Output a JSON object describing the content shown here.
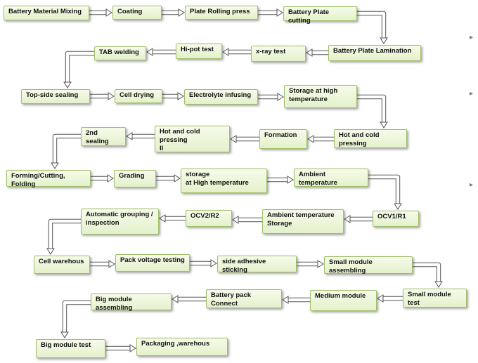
{
  "steps": [
    {
      "id": "s1",
      "label": "Battery Material Mixing"
    },
    {
      "id": "s2",
      "label": "Coating"
    },
    {
      "id": "s3",
      "label": "Plate Rolling press"
    },
    {
      "id": "s4",
      "label": "Battery Plate cutting"
    },
    {
      "id": "s5",
      "label": "Battery Plate Lamination"
    },
    {
      "id": "s6",
      "label": "x-ray test"
    },
    {
      "id": "s7",
      "label": "Hi-pot  test"
    },
    {
      "id": "s8",
      "label": "TAB welding"
    },
    {
      "id": "s9",
      "label": "Top-side sealing"
    },
    {
      "id": "s10",
      "label": "Cell drying"
    },
    {
      "id": "s11",
      "label": "Electrolyte  infusing"
    },
    {
      "id": "s12",
      "label": "Storage at high\ntemperature"
    },
    {
      "id": "s13",
      "label": "Hot and cold pressing"
    },
    {
      "id": "s14",
      "label": "Formation"
    },
    {
      "id": "s15",
      "label": "Hot and cold pressing\nII"
    },
    {
      "id": "s16",
      "label": "2nd sealing"
    },
    {
      "id": "s17",
      "label": "Forming/Cutting, Folding"
    },
    {
      "id": "s18",
      "label": "Grading"
    },
    {
      "id": "s19",
      "label": "storage\nat High temperature"
    },
    {
      "id": "s20",
      "label": "Ambient temperature"
    },
    {
      "id": "s21",
      "label": "OCV1/R1"
    },
    {
      "id": "s22",
      "label": "Ambient temperature\nStorage"
    },
    {
      "id": "s23",
      "label": "OCV2/R2"
    },
    {
      "id": "s24",
      "label": "Automatic grouping /\ninspection"
    },
    {
      "id": "s25",
      "label": "Cell warehous"
    },
    {
      "id": "s26",
      "label": "Pack voltage testing"
    },
    {
      "id": "s27",
      "label": "side adhesive sticking"
    },
    {
      "id": "s28",
      "label": "Small module assembling"
    },
    {
      "id": "s29",
      "label": "Small module test"
    },
    {
      "id": "s30",
      "label": "Medium  module"
    },
    {
      "id": "s31",
      "label": "Battery pack Connect"
    },
    {
      "id": "s32",
      "label": "Big module assembling"
    },
    {
      "id": "s33",
      "label": "Big module test"
    },
    {
      "id": "s34",
      "label": "Packaging  ,warehous"
    }
  ]
}
